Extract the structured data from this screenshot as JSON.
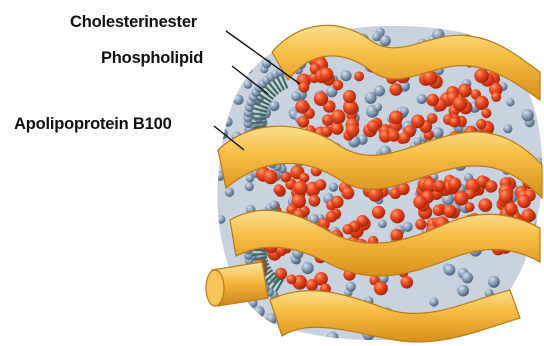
{
  "labels": {
    "cholesteryl_ester": "Cholesterinester",
    "phospholipid": "Phospholipid",
    "apolipoprotein": "Apolipoprotein B100"
  },
  "colors": {
    "background": "#ffffff",
    "core_sphere": "#e8431f",
    "surface_sphere": "#8a9fb8",
    "phospholipid_tails": "#3e6b60",
    "apoprotein_ribbon": "#f5b63a",
    "label_text": "#111111"
  }
}
